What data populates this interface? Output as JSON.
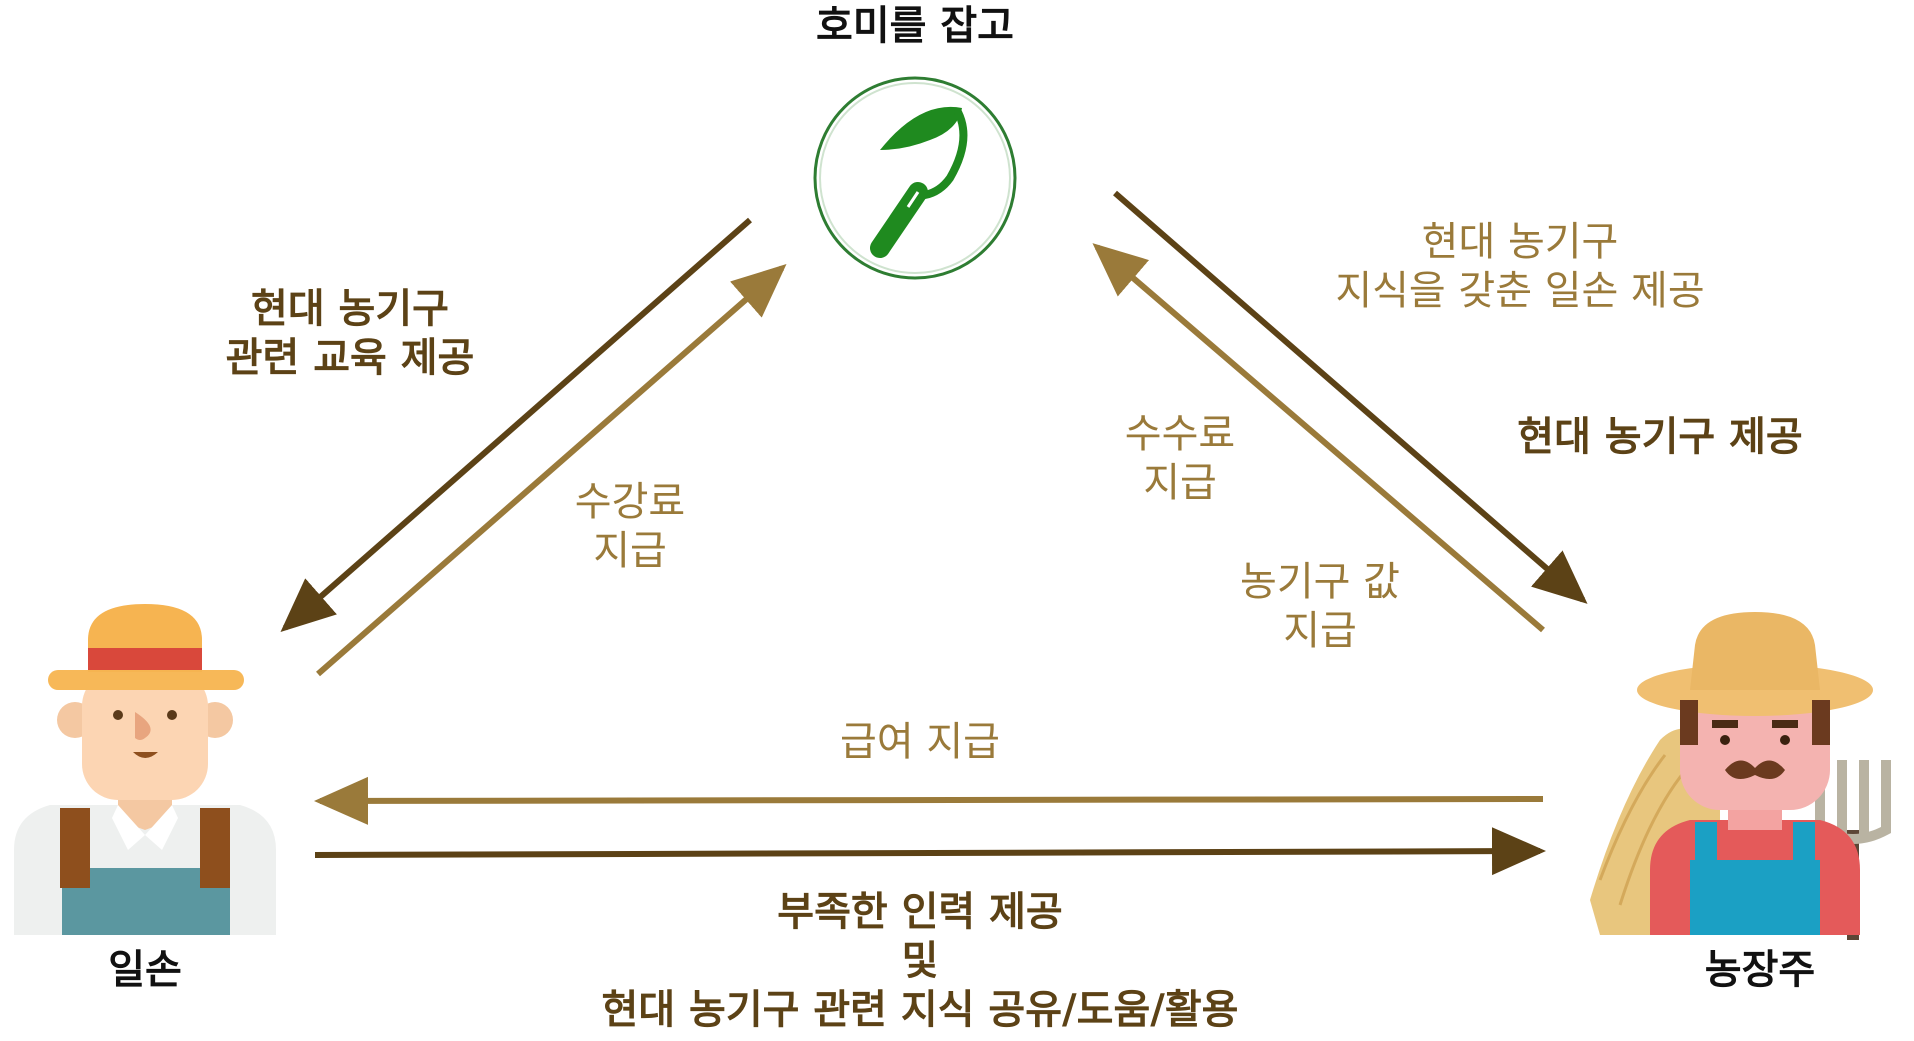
{
  "nodes": {
    "top": "호미를 잡고",
    "left": "일손",
    "right": "농장주"
  },
  "edges": {
    "top_to_left": [
      "현대 농기구",
      "관련 교육 제공"
    ],
    "left_to_top": [
      "수강료",
      "지급"
    ],
    "top_to_right": [
      "현대 농기구",
      "지식을 갖춘 일손 제공"
    ],
    "right_to_top_fee": [
      "수수료",
      "지급"
    ],
    "top_to_right_tools": "현대 농기구 제공",
    "right_to_top_price": [
      "농기구 값",
      "지급"
    ],
    "right_to_left": "급여 지급",
    "left_to_right": [
      "부족한 인력 제공",
      "및",
      "현대 농기구 관련 지식 공유/도움/활용"
    ]
  },
  "colors": {
    "dark_arrow": "#5c4216",
    "gold_arrow": "#9a7a3a",
    "logo_green": "#1f8a1f"
  },
  "icons": {
    "logo": "hoe-icon",
    "left": "young-farmer-icon",
    "right": "farm-owner-icon"
  }
}
